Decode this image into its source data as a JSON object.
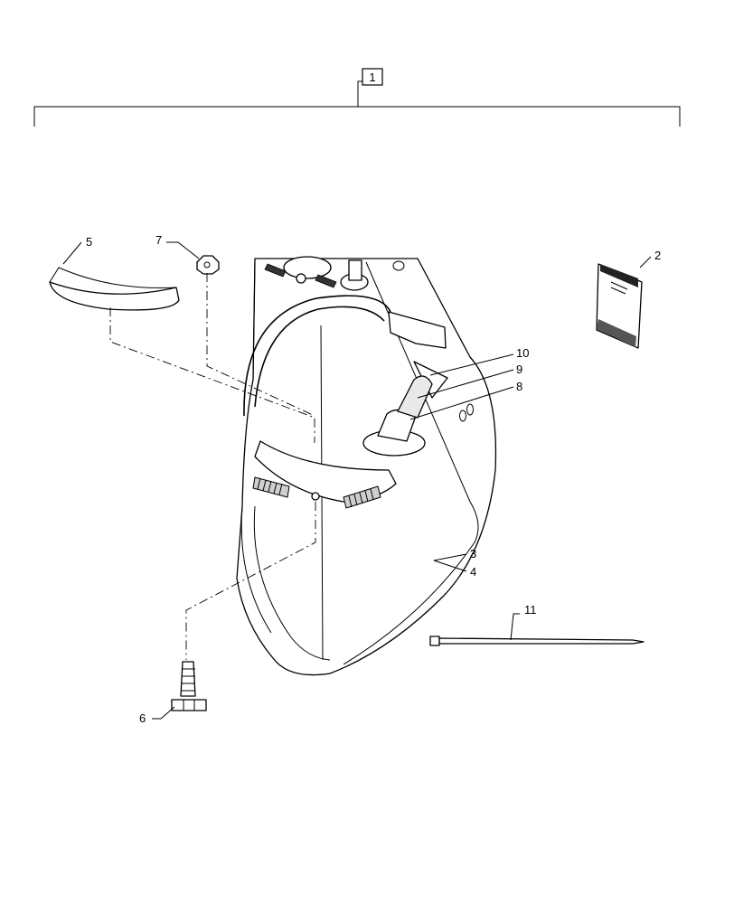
{
  "diagram": {
    "assembly_callout": "1",
    "callouts": {
      "c2": "2",
      "c3": "3",
      "c4": "4",
      "c5": "5",
      "c6": "6",
      "c7": "7",
      "c8": "8",
      "c9": "9",
      "c10": "10",
      "c11": "11"
    }
  }
}
